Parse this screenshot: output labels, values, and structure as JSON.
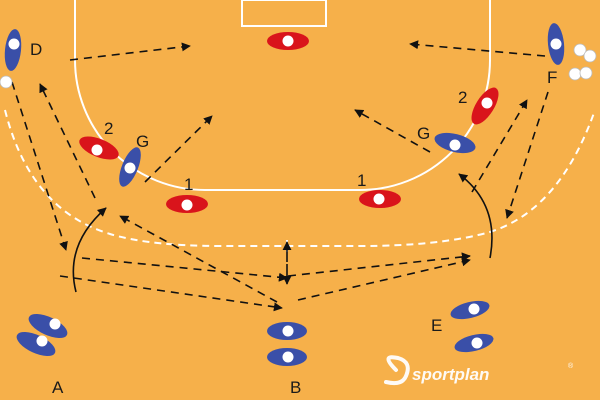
{
  "court": {
    "background": "#f6b04a",
    "line_color": "#ffffff",
    "attacker_color": "#3a4fa8",
    "defender_color": "#d9141b",
    "ball_color": "#ffffff"
  },
  "labels": {
    "player_d": "D",
    "player_f": "F",
    "player_a": "A",
    "player_b": "B",
    "player_e": "E",
    "defender_g_left": "G",
    "defender_g_right": "G",
    "defender_1_left": "1",
    "defender_1_right": "1",
    "defender_2_left": "2",
    "defender_2_right": "2"
  },
  "watermark": {
    "brand": "sportplan",
    "mark": "®"
  }
}
